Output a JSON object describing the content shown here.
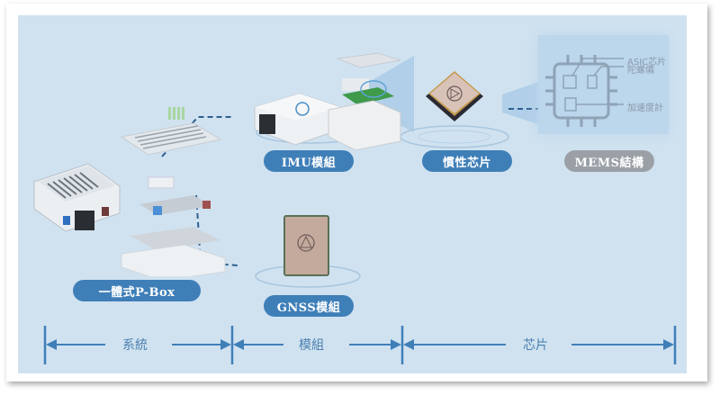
{
  "colors": {
    "panel_bg": "#d0e2f0",
    "pill_blue": "#3f7fb8",
    "pill_gray": "#9aa0a6",
    "dimension_line": "#3f7fb8",
    "dashed_connector": "#2e5f8f"
  },
  "products": {
    "pbox": {
      "label": "一體式P-Box",
      "icon": "pbox-device-icon"
    },
    "imu": {
      "label": "IMU模組",
      "icon": "imu-module-icon"
    },
    "gnss": {
      "label": "GNSS模組",
      "icon": "gnss-module-icon"
    },
    "inertial_chip": {
      "label": "慣性芯片",
      "icon": "inertial-chip-icon"
    },
    "mems": {
      "label": "MEMS結構",
      "icon": "mems-structure-icon",
      "callouts": [
        "ASIC芯片",
        "陀螺儀",
        "加速度計"
      ]
    }
  },
  "dimension_bar": {
    "segments": [
      {
        "label": "系統"
      },
      {
        "label": "模組"
      },
      {
        "label": "芯片"
      }
    ]
  }
}
